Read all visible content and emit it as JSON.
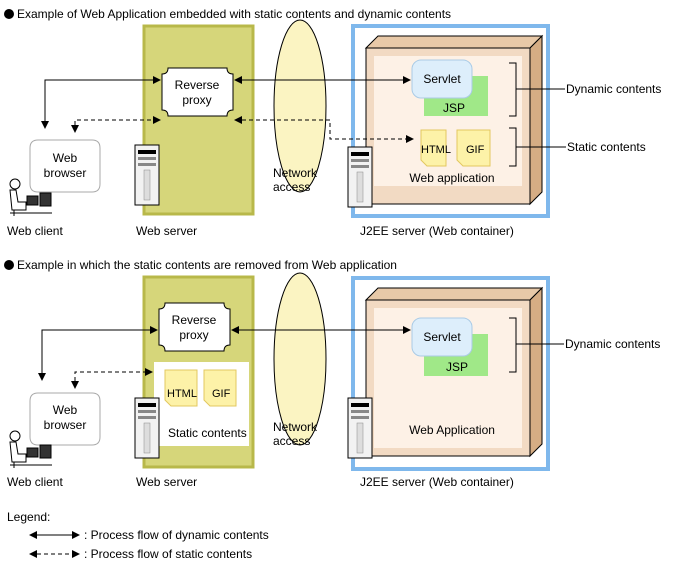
{
  "sections": [
    {
      "title": "Example of Web Application embedded with static contents and dynamic contents",
      "web_client_label": "Web client",
      "web_browser_line1": "Web",
      "web_browser_line2": "browser",
      "web_server_label": "Web server",
      "reverse_proxy_line1": "Reverse",
      "reverse_proxy_line2": "proxy",
      "network_line1": "Network",
      "network_line2": "access",
      "servlet_label": "Servlet",
      "jsp_label": "JSP",
      "html_label": "HTML",
      "gif_label": "GIF",
      "web_app_label": "Web application",
      "j2ee_label": "J2EE server (Web container)",
      "dynamic_label": "Dynamic contents",
      "static_label": "Static contents"
    },
    {
      "title": "Example in which the static contents are removed from Web application",
      "web_client_label": "Web client",
      "web_browser_line1": "Web",
      "web_browser_line2": "browser",
      "web_server_label": "Web server",
      "reverse_proxy_line1": "Reverse",
      "reverse_proxy_line2": "proxy",
      "network_line1": "Network",
      "network_line2": "access",
      "servlet_label": "Servlet",
      "jsp_label": "JSP",
      "html_label": "HTML",
      "gif_label": "GIF",
      "static_box_label": "Static contents",
      "web_app_label": "Web Application",
      "j2ee_label": "J2EE server (Web container)",
      "dynamic_label": "Dynamic contents"
    }
  ],
  "legend": {
    "title": "Legend:",
    "dynamic_flow": ": Process flow of dynamic contents",
    "static_flow": ": Process flow of static contents"
  },
  "colors": {
    "web_server_fill": "#d6d67a",
    "web_server_border": "#b8b84a",
    "j2ee_border": "#7fb8ec",
    "container_fill": "#e8c9a8",
    "container_inner": "#fbeee3",
    "servlet_fill": "#ddeefb",
    "jsp_fill": "#a0e888",
    "file_fill": "#fdf2a8",
    "network_fill": "#fbf4c2"
  }
}
